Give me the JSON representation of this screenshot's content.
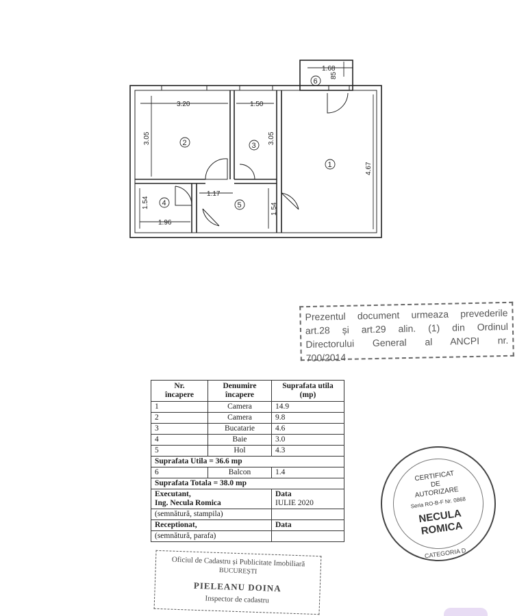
{
  "floor_plan": {
    "dimensions": {
      "balcony_width": "1.68",
      "balcony_depth": "85",
      "room2_width": "3.20",
      "room2_height": "3.05",
      "room3_width": "1.50",
      "room3_height": "3.05",
      "room1_height": "4.67",
      "room4_height": "1.54",
      "room4_width": "1.96",
      "hall_width": "1.17",
      "hall_height": "1.54"
    },
    "room_numbers": {
      "r1": "1",
      "r2": "2",
      "r3": "3",
      "r4": "4",
      "r5": "5",
      "r6": "6"
    }
  },
  "legal_stamp": {
    "lines": [
      "Prezentul document urmeaza prevederile",
      "art.28 și art.29 alin. (1) din Ordinul",
      "Directorului General al ANCPI nr.",
      "700/2014"
    ]
  },
  "area_table": {
    "headers": {
      "nr": "Nr.",
      "nr_sub": "încapere",
      "name": "Denumire",
      "name_sub": "încapere",
      "area": "Suprafata utila",
      "area_sub": "(mp)"
    },
    "rows": [
      {
        "nr": "1",
        "name": "Camera",
        "area": "14.9"
      },
      {
        "nr": "2",
        "name": "Camera",
        "area": "9.8"
      },
      {
        "nr": "3",
        "name": "Bucatarie",
        "area": "4.6"
      },
      {
        "nr": "4",
        "name": "Baie",
        "area": "3.0"
      },
      {
        "nr": "5",
        "name": "Hol",
        "area": "4.3"
      }
    ],
    "useful_total": "Suprafata Utila = 36.6 mp",
    "balcony_row": {
      "nr": "6",
      "name": "Balcon",
      "area": "1.4"
    },
    "grand_total": "Suprafata Totala = 38.0 mp",
    "executant_label": "Executant,",
    "executant_name": "Ing. Necula Romica",
    "executant_sign": "(semnătură, stampila)",
    "date_label": "Data",
    "date_value": "IULIE 2020",
    "receptionat_label": "Receptionat,",
    "receptionat_sign": "(semnătură, parafa)",
    "date_label_2": "Data"
  },
  "seal": {
    "line1": "CERTIFICAT",
    "line2": "DE",
    "line3": "AUTORIZARE",
    "series": "Seria RO-B-F Nr. 0868",
    "name1": "NECULA",
    "name2": "ROMICA",
    "category": "CATEGORIA D"
  },
  "ocpi_stamp": {
    "line1": "Oficiul de Cadastru și Publicitate Imobiliară",
    "line2": "BUCUREȘTI",
    "line3": "PIELEANU DOINA",
    "line4": "Inspector de cadastru"
  }
}
